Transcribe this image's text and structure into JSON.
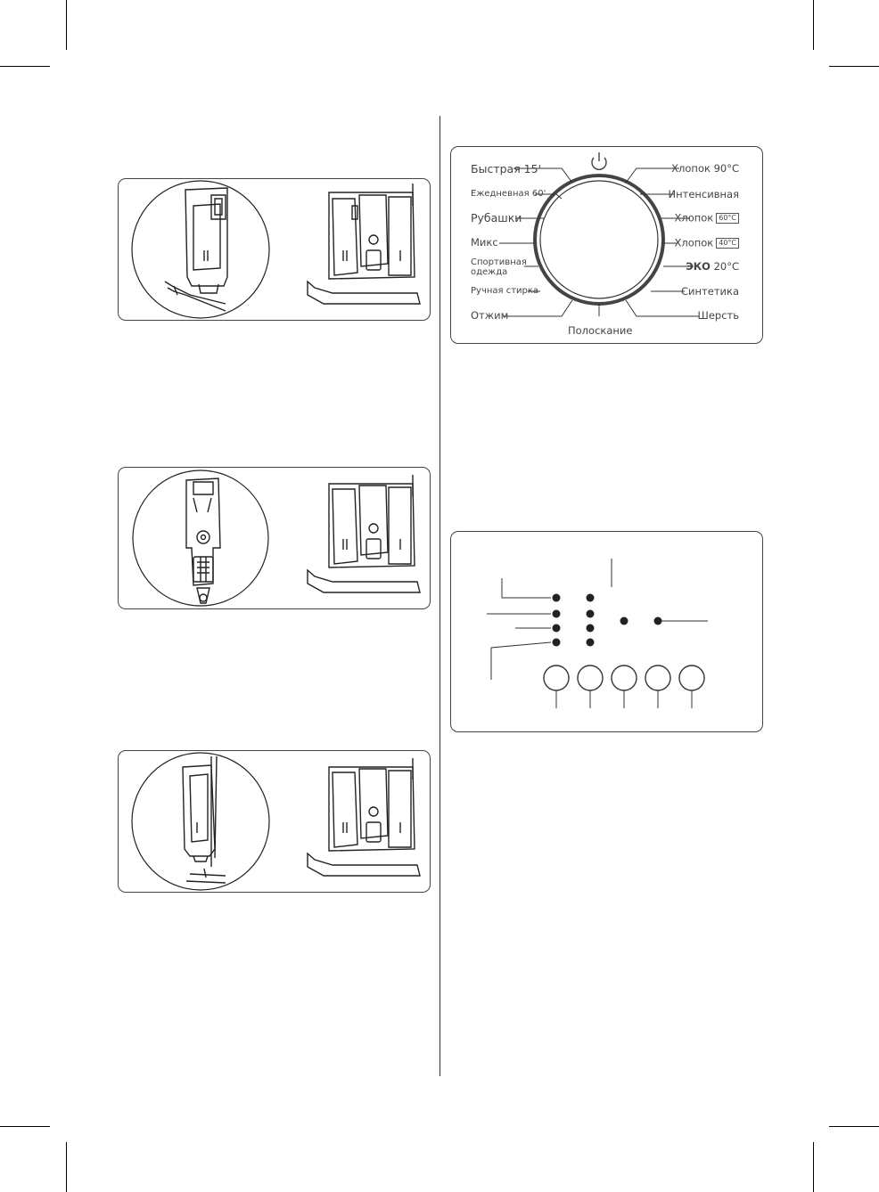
{
  "program_dial": {
    "left_programs": [
      {
        "label": "Быстрая 15'"
      },
      {
        "label": "Ежедневная 60'"
      },
      {
        "label": "Рубашки"
      },
      {
        "label": "Микс"
      },
      {
        "label": "Спортивная"
      },
      {
        "label": "одежда"
      },
      {
        "label": "Ручная стирка"
      },
      {
        "label": "Отжим"
      }
    ],
    "bottom_program": "Полоскание",
    "right_programs": [
      {
        "label": "Хлопок 90°C"
      },
      {
        "label": "Интенсивная"
      },
      {
        "label": "Хлопок",
        "tag": "60°C"
      },
      {
        "label": "Хлопок",
        "tag": "40°C"
      },
      {
        "label": "ЭКО",
        "suffix": "20°C"
      },
      {
        "label": "Синтетика"
      },
      {
        "label": "Шерсть"
      }
    ],
    "power_icon": "power-icon"
  },
  "drawer_figures": [
    "detergent-drawer-figure-1",
    "detergent-drawer-figure-2",
    "detergent-drawer-figure-3"
  ],
  "control_panel": {
    "indicator_count": 10,
    "button_count": 5
  }
}
